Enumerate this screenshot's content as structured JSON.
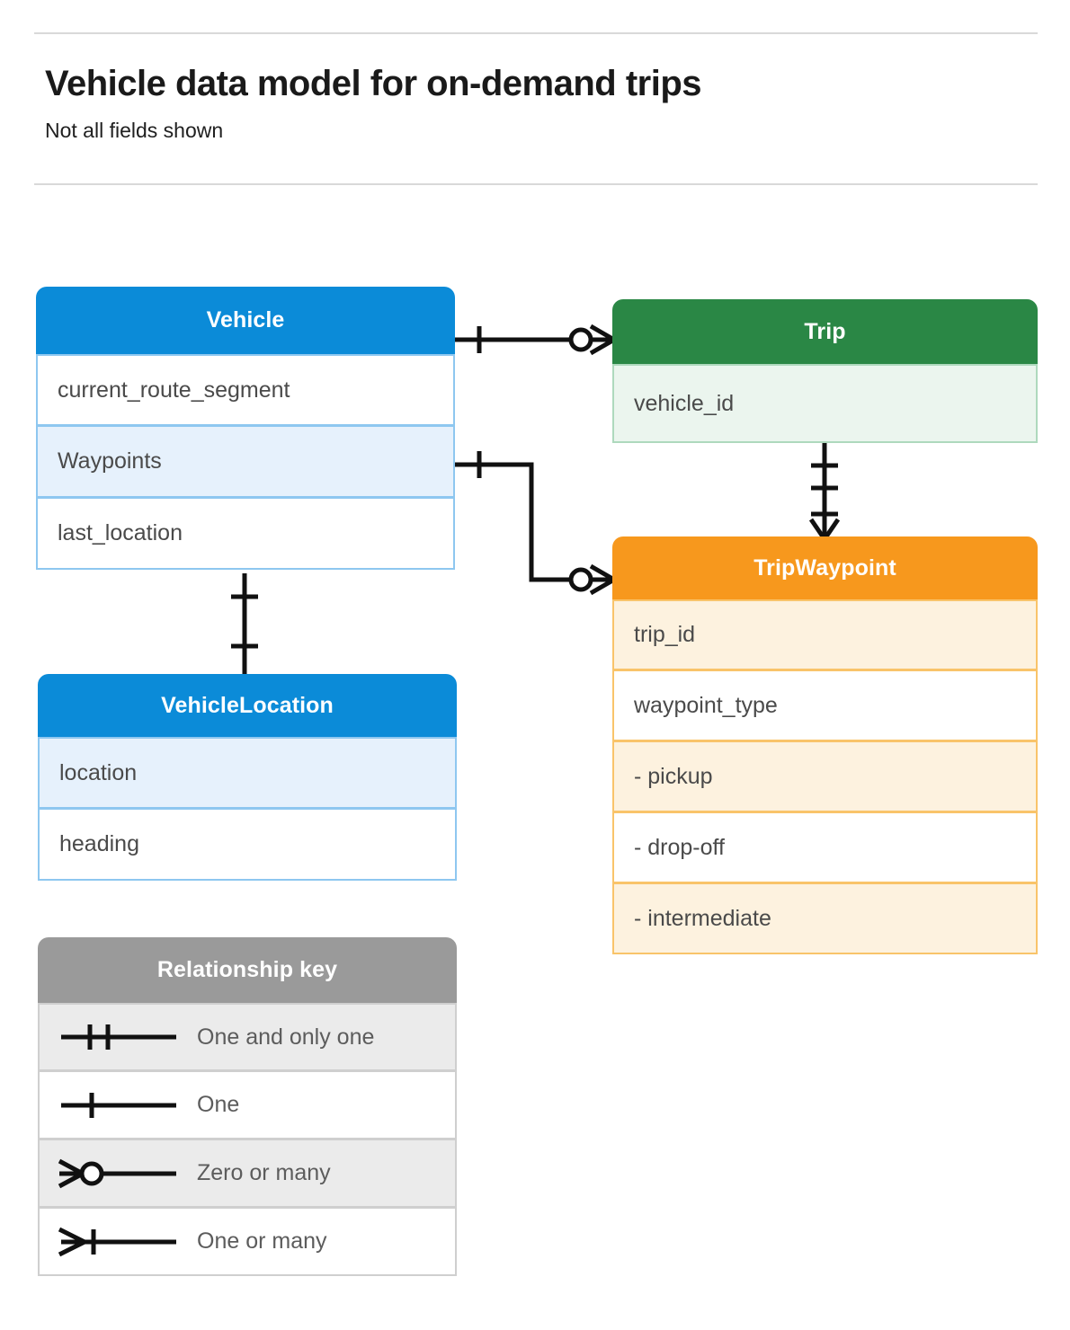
{
  "header": {
    "title": "Vehicle data model for on-demand trips",
    "subtitle": "Not all fields shown"
  },
  "colors": {
    "blue": "#0b8bd8",
    "green": "#2a8745",
    "orange": "#f7981d",
    "grey": "#9a9a9a",
    "line": "#111111",
    "rule": "#d9d9d9"
  },
  "entities": [
    {
      "name": "Vehicle",
      "theme": "blue",
      "fields": [
        {
          "label": "current_route_segment",
          "highlight": false
        },
        {
          "label": "Waypoints",
          "highlight": true
        },
        {
          "label": "last_location",
          "highlight": false
        }
      ]
    },
    {
      "name": "Trip",
      "theme": "green",
      "fields": [
        {
          "label": "vehicle_id",
          "highlight": true
        }
      ]
    },
    {
      "name": "TripWaypoint",
      "theme": "orange",
      "fields": [
        {
          "label": "trip_id",
          "highlight": true
        },
        {
          "label": "waypoint_type",
          "highlight": false
        },
        {
          "label": "   -  pickup",
          "highlight": true
        },
        {
          "label": "   -  drop-off",
          "highlight": false
        },
        {
          "label": "   -  intermediate",
          "highlight": true
        }
      ]
    },
    {
      "name": "VehicleLocation",
      "theme": "blue",
      "fields": [
        {
          "label": "location",
          "highlight": true
        },
        {
          "label": "heading",
          "highlight": false
        }
      ]
    }
  ],
  "legend": {
    "title": "Relationship key",
    "rows": [
      {
        "symbol": "one-and-only-one-symbol",
        "label": "One and only one"
      },
      {
        "symbol": "one-symbol",
        "label": "One"
      },
      {
        "symbol": "zero-or-many-symbol",
        "label": "Zero or many"
      },
      {
        "symbol": "one-or-many-symbol",
        "label": "One or many"
      }
    ]
  },
  "relationships": [
    {
      "from": "Vehicle",
      "to": "Trip",
      "from_cardinality": "One",
      "to_cardinality": "Zero or many"
    },
    {
      "from": "Vehicle.Waypoints",
      "to": "TripWaypoint",
      "from_cardinality": "One",
      "to_cardinality": "Zero or many"
    },
    {
      "from": "Trip",
      "to": "TripWaypoint",
      "from_cardinality": "One and only one",
      "to_cardinality": "One or many"
    },
    {
      "from": "Vehicle",
      "to": "VehicleLocation",
      "from_cardinality": "One",
      "to_cardinality": "One"
    }
  ]
}
